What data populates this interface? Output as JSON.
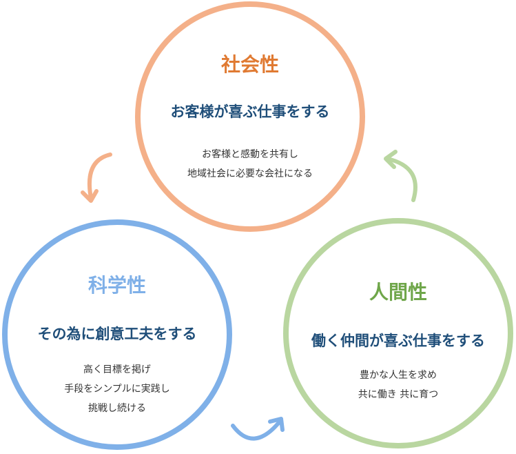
{
  "nodes": {
    "social": {
      "title": "社会性",
      "headline": "お客様が喜ぶ仕事をする",
      "lines": [
        "お客様と感動を共有し",
        "地域社会に必要な会社になる"
      ]
    },
    "science": {
      "title": "科学性",
      "headline": "その為に創意工夫をする",
      "lines": [
        "高く目標を掲げ",
        "手段をシンプルに実践し",
        "挑戦し続ける"
      ]
    },
    "human": {
      "title": "人間性",
      "headline": "働く仲間が喜ぶ仕事をする",
      "lines": [
        "豊かな人生を求め",
        "共に働き 共に育つ"
      ]
    }
  },
  "colors": {
    "social": "#f4b089",
    "social_title": "#e07a32",
    "science": "#7fb0e8",
    "human": "#b9d6a0",
    "human_title": "#6fa64a",
    "headline": "#1f4e79"
  },
  "arrows": [
    {
      "name": "social-to-science",
      "color": "#f4b089"
    },
    {
      "name": "science-to-human",
      "color": "#7fb0e8"
    },
    {
      "name": "human-to-social",
      "color": "#b9d6a0"
    }
  ]
}
